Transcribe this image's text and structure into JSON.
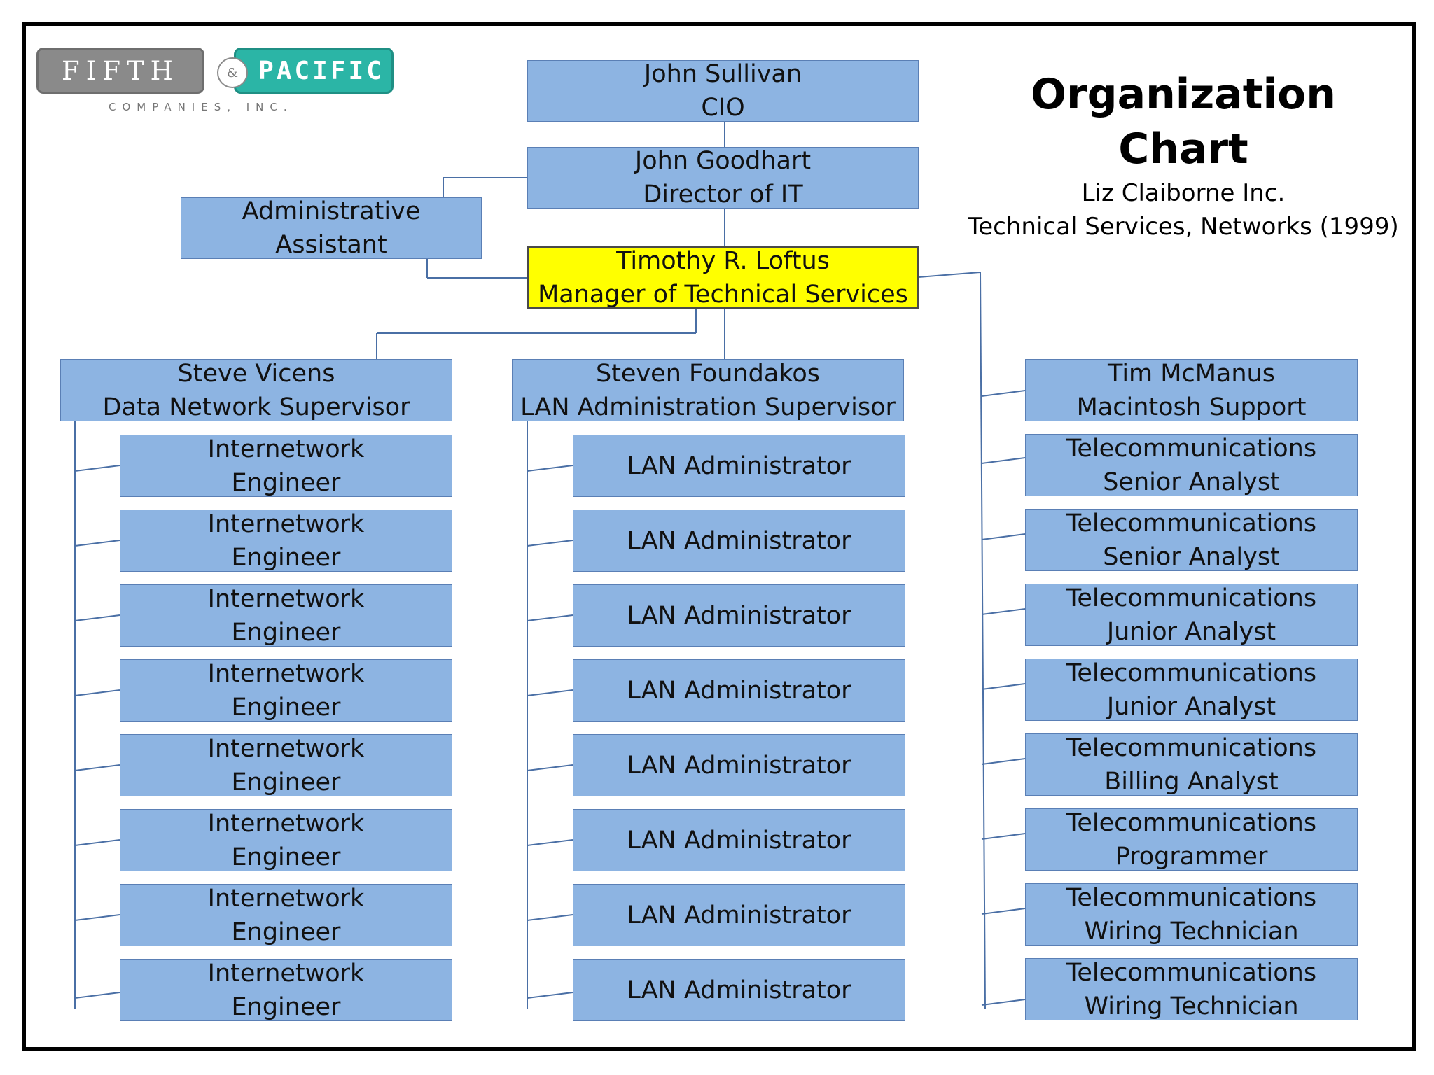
{
  "header": {
    "title": "Organization Chart",
    "subtitle_line1": "Liz Claiborne Inc.",
    "subtitle_line2": "Technical Services, Networks (1999)"
  },
  "logo": {
    "left_word": "FIFTH",
    "ampersand": "&",
    "right_word": "PACIFIC",
    "tagline": "COMPANIES, INC.",
    "colors": {
      "left": "#8a8a8a",
      "right": "#2bb5a6"
    }
  },
  "colors": {
    "box_fill": "#8db4e2",
    "box_border": "#5a7fb5",
    "highlight_fill": "#ffff00",
    "connector": "#4a6fa5"
  },
  "top_chain": {
    "cio": {
      "name": "John Sullivan",
      "title": "CIO"
    },
    "director": {
      "name": "John Goodhart",
      "title": "Director of IT"
    },
    "admin_assistant": {
      "line1": "Administrative",
      "line2": "Assistant"
    },
    "manager": {
      "name": "Timothy R. Loftus",
      "title": "Manager of Technical Services"
    }
  },
  "columns": {
    "data_network": {
      "supervisor": {
        "name": "Steve Vicens",
        "title": "Data Network Supervisor"
      },
      "staff": [
        {
          "line1": "Internetwork",
          "line2": "Engineer"
        },
        {
          "line1": "Internetwork",
          "line2": "Engineer"
        },
        {
          "line1": "Internetwork",
          "line2": "Engineer"
        },
        {
          "line1": "Internetwork",
          "line2": "Engineer"
        },
        {
          "line1": "Internetwork",
          "line2": "Engineer"
        },
        {
          "line1": "Internetwork",
          "line2": "Engineer"
        },
        {
          "line1": "Internetwork",
          "line2": "Engineer"
        },
        {
          "line1": "Internetwork",
          "line2": "Engineer"
        }
      ]
    },
    "lan_admin": {
      "supervisor": {
        "name": "Steven Foundakos",
        "title": "LAN Administration Supervisor"
      },
      "staff": [
        {
          "line1": "LAN Administrator"
        },
        {
          "line1": "LAN Administrator"
        },
        {
          "line1": "LAN Administrator"
        },
        {
          "line1": "LAN Administrator"
        },
        {
          "line1": "LAN Administrator"
        },
        {
          "line1": "LAN Administrator"
        },
        {
          "line1": "LAN Administrator"
        },
        {
          "line1": "LAN Administrator"
        }
      ]
    },
    "telecom": {
      "staff": [
        {
          "line1": "Tim McManus",
          "line2": "Macintosh Support"
        },
        {
          "line1": "Telecommunications",
          "line2": "Senior Analyst"
        },
        {
          "line1": "Telecommunications",
          "line2": "Senior Analyst"
        },
        {
          "line1": "Telecommunications",
          "line2": "Junior Analyst"
        },
        {
          "line1": "Telecommunications",
          "line2": "Junior Analyst"
        },
        {
          "line1": "Telecommunications",
          "line2": "Billing Analyst"
        },
        {
          "line1": "Telecommunications",
          "line2": "Programmer"
        },
        {
          "line1": "Telecommunications",
          "line2": "Wiring Technician"
        },
        {
          "line1": "Telecommunications",
          "line2": "Wiring Technician"
        }
      ]
    }
  }
}
